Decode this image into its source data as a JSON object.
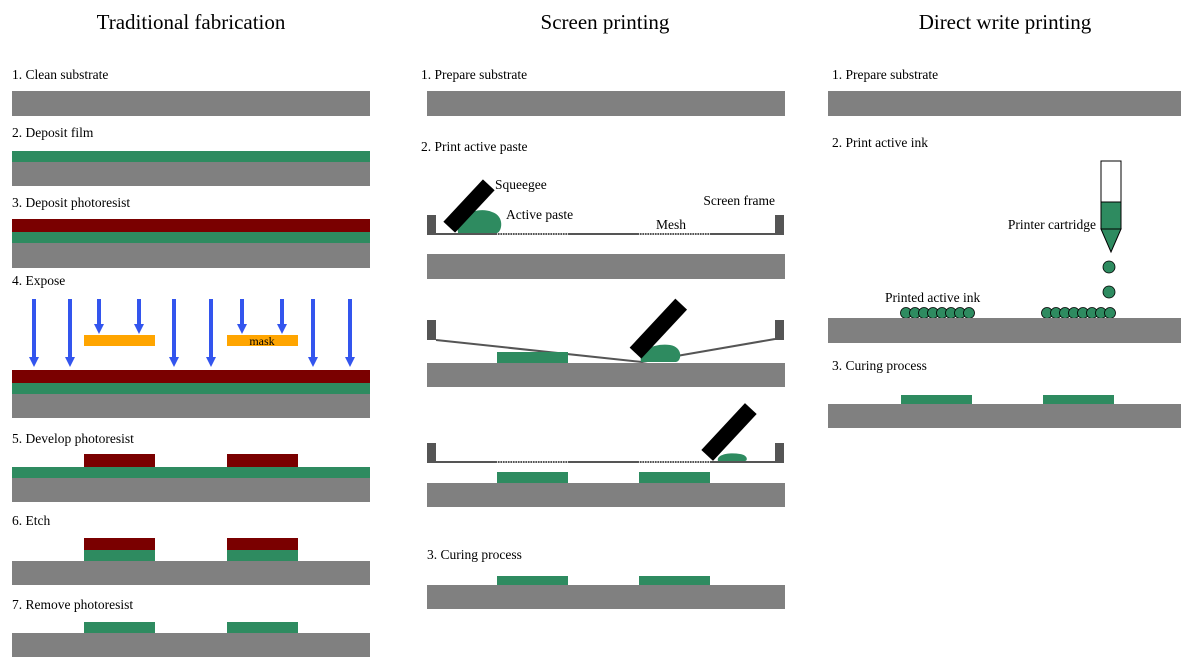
{
  "colors": {
    "substrate": "#808080",
    "film": "#2e8b60",
    "photoresist": "#7a0000",
    "mask": "#ffa500",
    "light": "#3355ee",
    "squeegee": "#000000",
    "frame": "#555555"
  },
  "columns": {
    "traditional": {
      "title": "Traditional fabrication",
      "steps": [
        "1. Clean substrate",
        "2. Deposit film",
        "3. Deposit photoresist",
        "4. Expose",
        "5. Develop photoresist",
        "6. Etch",
        "7. Remove photoresist"
      ],
      "mask_label": "mask"
    },
    "screen": {
      "title": "Screen printing",
      "steps": [
        "1. Prepare substrate",
        "2. Print active paste",
        "3. Curing process"
      ],
      "labels": {
        "squeegee": "Squeegee",
        "active_paste": "Active paste",
        "mesh": "Mesh",
        "screen_frame": "Screen frame"
      }
    },
    "direct": {
      "title": "Direct write printing",
      "steps": [
        "1. Prepare substrate",
        "2. Print active ink",
        "3. Curing process"
      ],
      "labels": {
        "printer_cartridge": "Printer cartridge",
        "printed_ink": "Printed active ink"
      }
    }
  }
}
